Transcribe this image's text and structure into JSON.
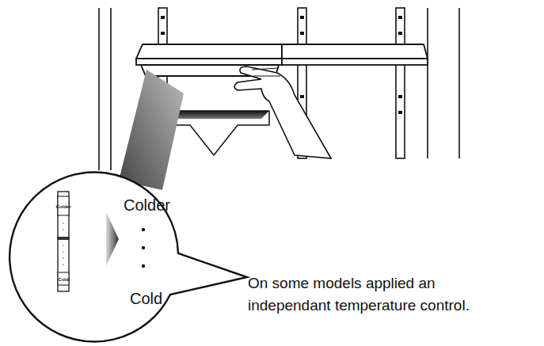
{
  "diagram": {
    "labels": [
      "Colder",
      "Cold",
      "Colder",
      "Cold",
      "On some models applied an independant temperature control."
    ]
  }
}
